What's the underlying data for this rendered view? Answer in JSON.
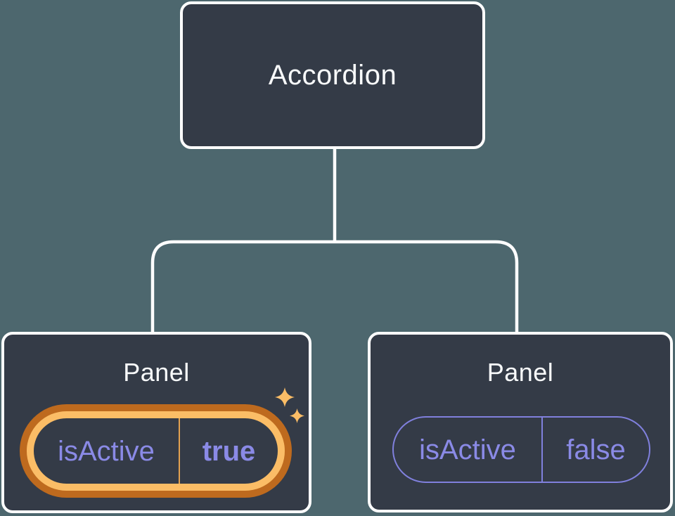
{
  "diagram": {
    "root": {
      "label": "Accordion"
    },
    "children": [
      {
        "label": "Panel",
        "prop": {
          "name": "isActive",
          "value": "true"
        },
        "highlighted": true
      },
      {
        "label": "Panel",
        "prop": {
          "name": "isActive",
          "value": "false"
        },
        "highlighted": false
      }
    ]
  },
  "icons": {
    "sparkle_big": "sparkle-icon",
    "sparkle_small": "sparkle-icon"
  },
  "colors": {
    "bg": "#4D676E",
    "node-fill": "#343B47",
    "node-border": "#FFFFFF",
    "title-text": "#F8FAFB",
    "prop-purple": "#8A8AE6",
    "pill-border-purple": "#8080DD",
    "highlight-outer": "#BE6A1E",
    "highlight-inner": "#FBBD66",
    "highlight-divider": "#E2A150",
    "connector": "#FFFFFF",
    "sparkle": "#FBBD66"
  }
}
